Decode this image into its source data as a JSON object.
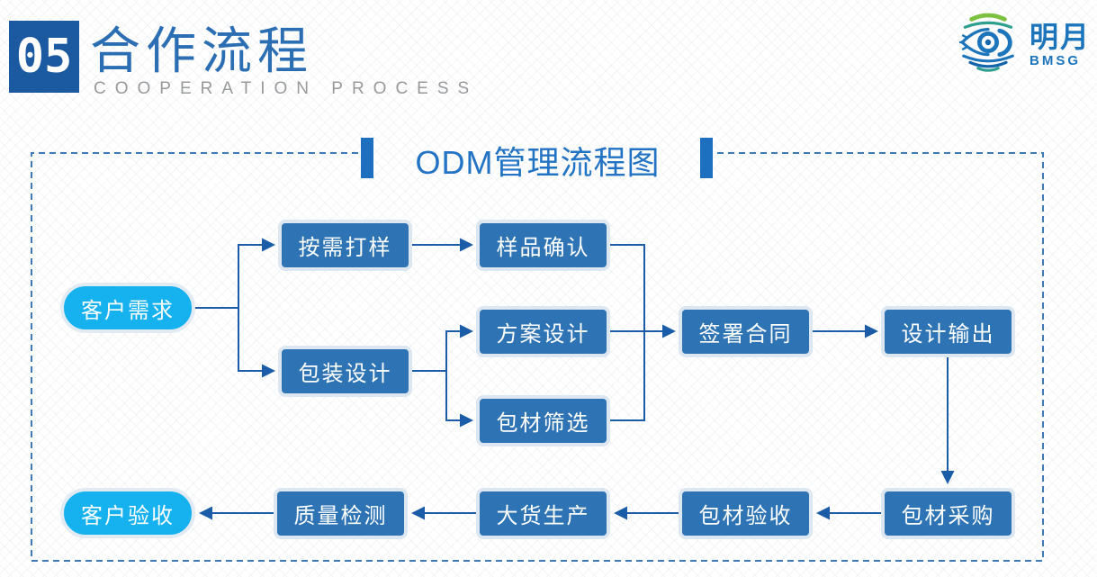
{
  "header": {
    "section_number": "05",
    "title": "合作流程",
    "subtitle": "COOPERATION PROCESS"
  },
  "logo": {
    "company_name": "明月",
    "company_abbr": "BMSG"
  },
  "diagram": {
    "title": "ODM管理流程图",
    "nodes": [
      {
        "id": "customer-demand",
        "label": "客户需求",
        "shape": "pill"
      },
      {
        "id": "sample-on-demand",
        "label": "按需打样",
        "shape": "rect"
      },
      {
        "id": "sample-confirmation",
        "label": "样品确认",
        "shape": "rect"
      },
      {
        "id": "packaging-design",
        "label": "包装设计",
        "shape": "rect"
      },
      {
        "id": "solution-design",
        "label": "方案设计",
        "shape": "rect"
      },
      {
        "id": "material-screening",
        "label": "包材筛选",
        "shape": "rect"
      },
      {
        "id": "contract-signing",
        "label": "签署合同",
        "shape": "rect"
      },
      {
        "id": "design-output",
        "label": "设计输出",
        "shape": "rect"
      },
      {
        "id": "material-procurement",
        "label": "包材采购",
        "shape": "rect"
      },
      {
        "id": "material-acceptance",
        "label": "包材验收",
        "shape": "rect"
      },
      {
        "id": "mass-production",
        "label": "大货生产",
        "shape": "rect"
      },
      {
        "id": "quality-inspection",
        "label": "质量检测",
        "shape": "rect"
      },
      {
        "id": "customer-acceptance",
        "label": "客户验收",
        "shape": "pill"
      }
    ],
    "edges": [
      {
        "from": "客户需求",
        "to": "按需打样"
      },
      {
        "from": "客户需求",
        "to": "包装设计"
      },
      {
        "from": "按需打样",
        "to": "样品确认"
      },
      {
        "from": "样品确认",
        "to": "签署合同"
      },
      {
        "from": "包装设计",
        "to": "方案设计"
      },
      {
        "from": "包装设计",
        "to": "包材筛选"
      },
      {
        "from": "方案设计",
        "to": "签署合同"
      },
      {
        "from": "包材筛选",
        "to": "签署合同"
      },
      {
        "from": "签署合同",
        "to": "设计输出"
      },
      {
        "from": "设计输出",
        "to": "包材采购"
      },
      {
        "from": "包材采购",
        "to": "包材验收"
      },
      {
        "from": "包材验收",
        "to": "大货生产"
      },
      {
        "from": "大货生产",
        "to": "质量检测"
      },
      {
        "from": "质量检测",
        "to": "客户验收"
      }
    ]
  },
  "colors": {
    "box_fill": "#2E74B5",
    "pill_fill": "#16B2F0",
    "arrow": "#1B5CA8",
    "dashed_border": "#3F79B6",
    "diagram_title": "#2273C3",
    "header_square": "#1B59A0",
    "header_title": "#2B6EB3",
    "subtitle_gray": "#98999B",
    "logo_blue": "#1C74BB",
    "logo_green": "#7CC142"
  }
}
